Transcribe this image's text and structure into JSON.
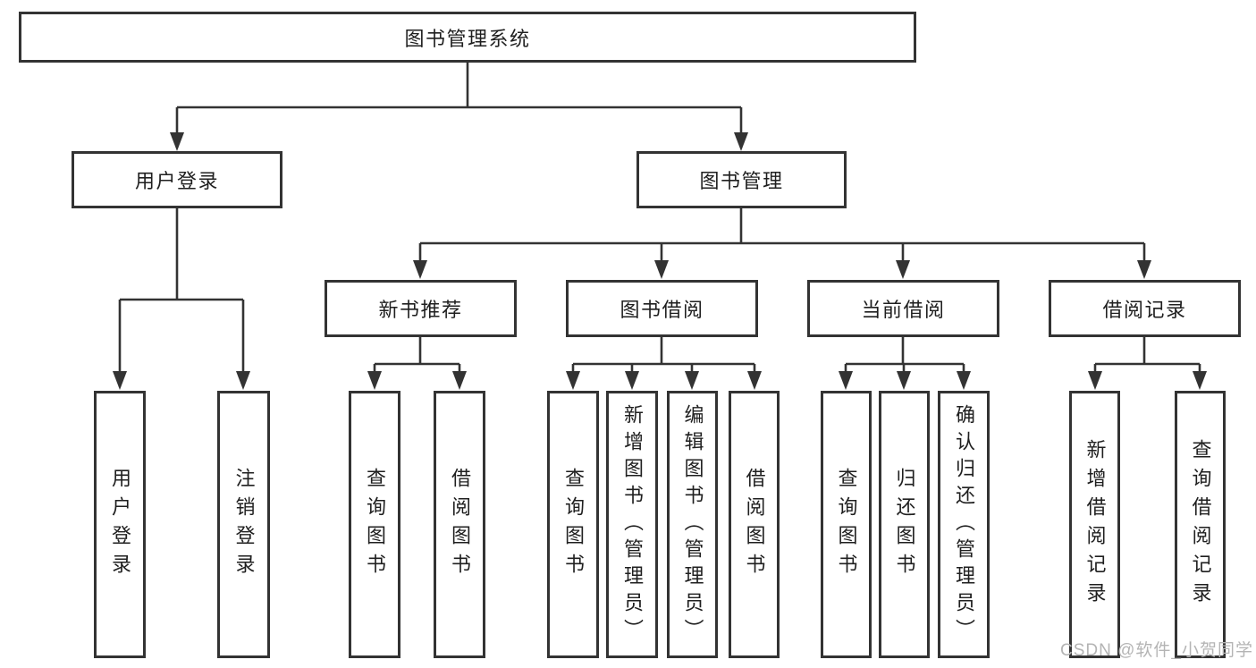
{
  "tree": {
    "root": {
      "label": "图书管理系统"
    },
    "branches": [
      {
        "label": "用户登录",
        "children": [
          {
            "label": "用户登录"
          },
          {
            "label": "注销登录"
          }
        ]
      },
      {
        "label": "图书管理",
        "children": [
          {
            "label": "新书推荐",
            "children": [
              {
                "label": "查询图书"
              },
              {
                "label": "借阅图书"
              }
            ]
          },
          {
            "label": "图书借阅",
            "children": [
              {
                "label": "查询图书"
              },
              {
                "label": "新增图书（管理员）"
              },
              {
                "label": "编辑图书（管理员）"
              },
              {
                "label": "借阅图书"
              }
            ]
          },
          {
            "label": "当前借阅",
            "children": [
              {
                "label": "查询图书"
              },
              {
                "label": "归还图书"
              },
              {
                "label": "确认归还（管理员）"
              }
            ]
          },
          {
            "label": "借阅记录",
            "children": [
              {
                "label": "新增借阅记录"
              },
              {
                "label": "查询借阅记录"
              }
            ]
          }
        ]
      }
    ]
  },
  "watermark": {
    "text": "CSDN @软件_小贺同学"
  },
  "colors": {
    "line": "#333333",
    "box_border": "#333333",
    "text": "#1f1f1f",
    "watermark": "#b4b4b4",
    "background": "#ffffff"
  }
}
